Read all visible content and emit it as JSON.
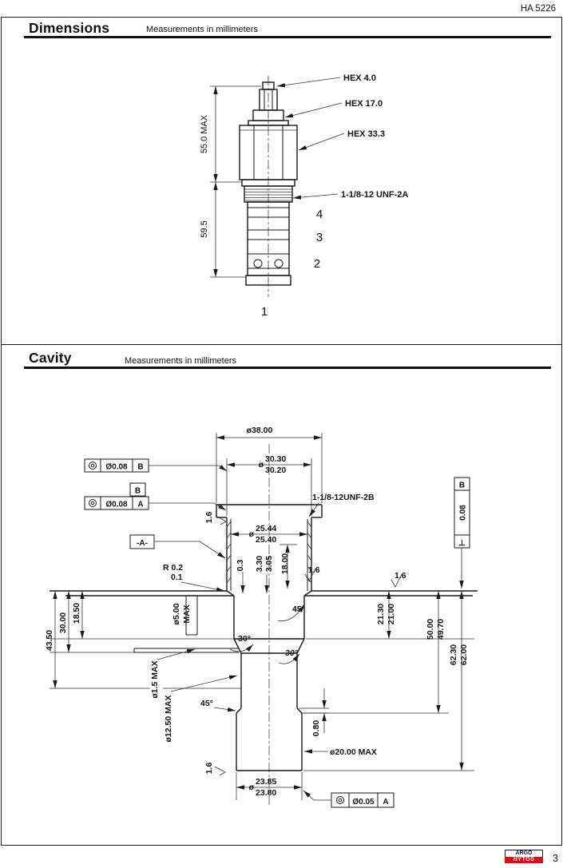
{
  "page": {
    "doc_number": "HA 5226",
    "page_number": "3",
    "logo": {
      "top": "ARGO",
      "bottom": "HYTOS"
    }
  },
  "dimensions": {
    "title": "Dimensions",
    "subtitle": "Measurements in millimeters",
    "labels": {
      "hex_small": "HEX 4.0",
      "hex_mid": "HEX 17.0",
      "hex_large": "HEX 33.3",
      "thread": "1-1/8-12 UNF-2A",
      "height_max": "55.0 MAX",
      "height_lower": "59.5",
      "port4": "4",
      "port3": "3",
      "port2": "2",
      "port1": "1"
    }
  },
  "cavity": {
    "title": "Cavity",
    "subtitle": "Measurements in millimeters",
    "labels": {
      "dia38": "ø38.00",
      "dia_prefix": "ø",
      "d3030_hi": "30.30",
      "d3030_lo": "30.20",
      "thread": "1-1/8-12UNF-2B",
      "tol_008": "Ø0.08",
      "datum_b": "B",
      "datum_a": "A",
      "datum_a_flag": "-A-",
      "radius_hi": "R 0.2",
      "radius_lo": "0.1",
      "d2544_hi": "25.44",
      "d2544_lo": "25.40",
      "dep03": "0.3",
      "dep330_hi": "3.30",
      "dep330_lo": "3.05",
      "dep18": "18.00",
      "rough": "1.6",
      "d500": "ø5.00",
      "d500_max": "MAX",
      "dep1850": "18.50",
      "dep3000": "30.00",
      "dep4350": "43.50",
      "ang45": "45°",
      "ang30": "30°",
      "d2130_hi": "21.30",
      "d2130_lo": "21.00",
      "d5000_hi": "50.00",
      "d5000_lo": "49.70",
      "d6230_hi": "62.30",
      "d6230_lo": "62.00",
      "perp_tol": "0.08",
      "perp_sym": "⊥",
      "d15max": "ø1.5 MAX",
      "d1250max": "ø12.50 MAX",
      "dep080": "0.80",
      "d2000max": "ø20.00 MAX",
      "d2385_hi": "23.85",
      "d2385_lo": "23.80",
      "tol_005": "Ø0.05"
    }
  }
}
